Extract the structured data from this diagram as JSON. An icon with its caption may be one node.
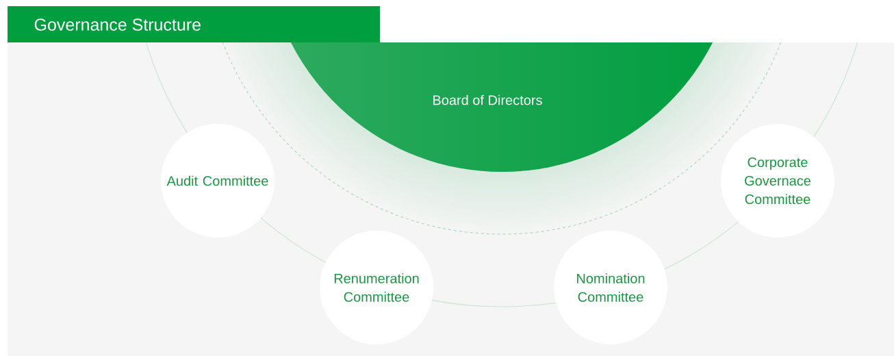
{
  "diagram": {
    "title": "Governance Structure",
    "nodes": [
      {
        "text": [
          "Board of Directors"
        ]
      },
      {
        "text": [
          "Audit Committee"
        ]
      },
      {
        "text": [
          "Corporate Governace Committee"
        ]
      },
      {
        "text": [
          "Renumeration Committee"
        ]
      },
      {
        "text": [
          "Nomination Committee"
        ]
      }
    ]
  }
}
